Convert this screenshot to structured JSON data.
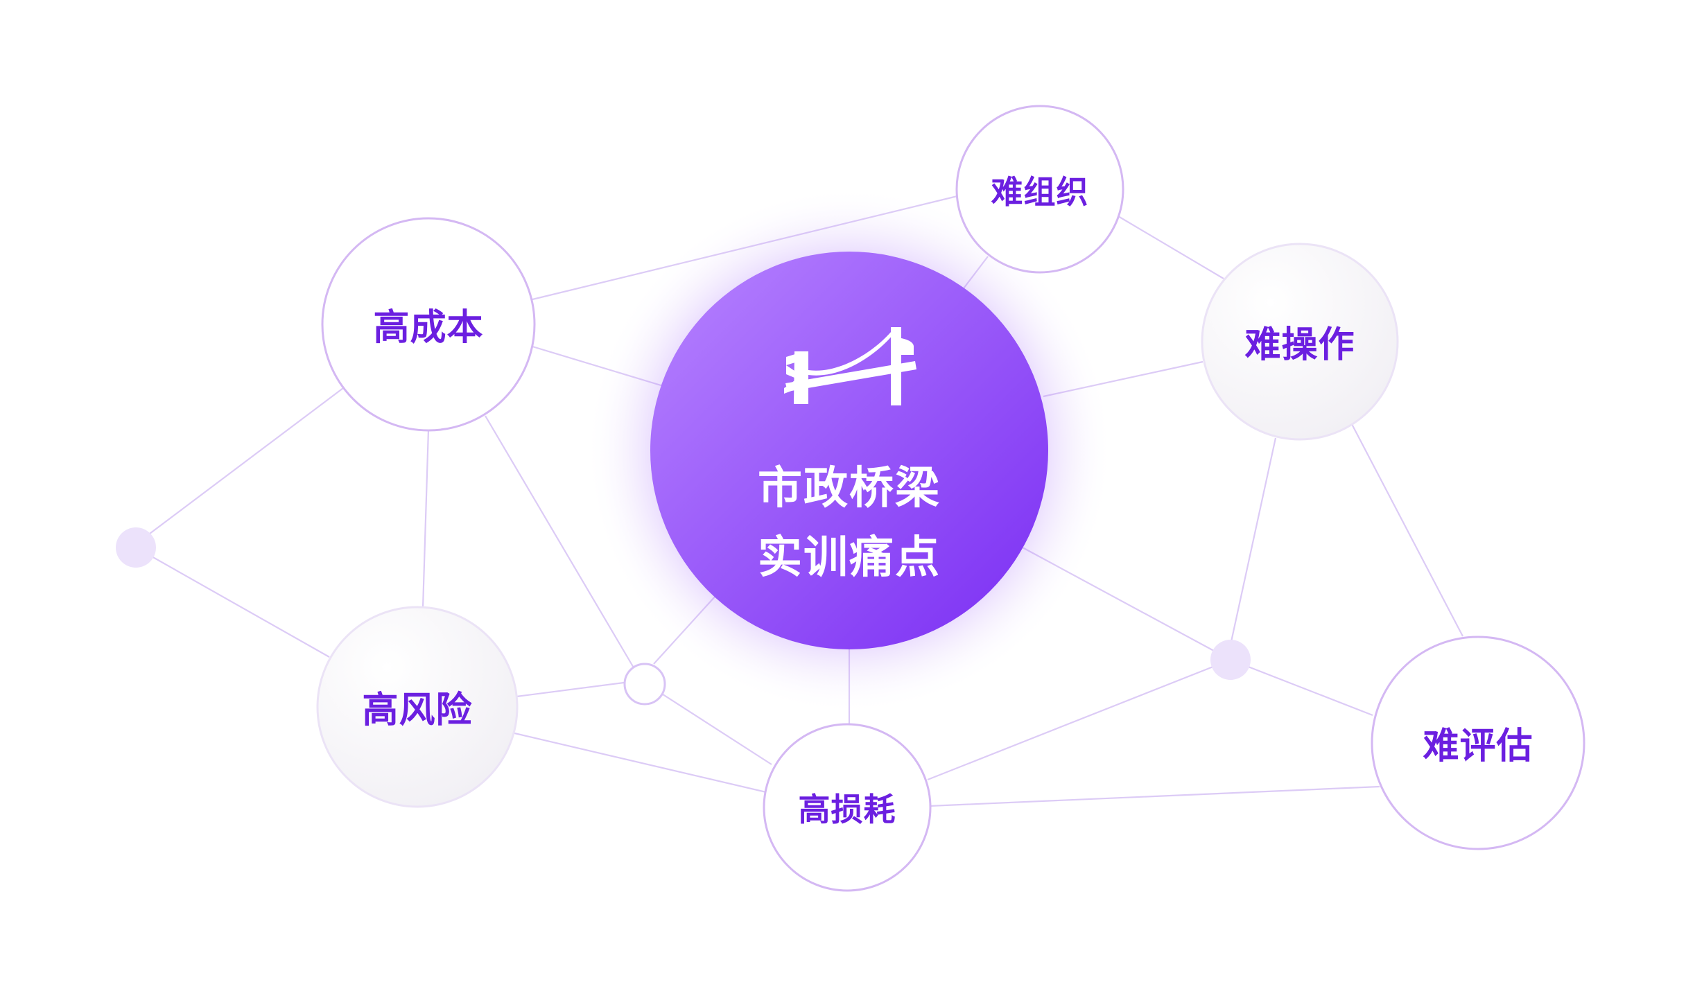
{
  "diagram": {
    "center": {
      "line1": "市政桥梁",
      "line2": "实训痛点",
      "icon": "bridge-icon"
    },
    "nodes": {
      "gao_chengben": "高成本",
      "gao_fengxian": "高风险",
      "gao_sunhao": "高损耗",
      "nan_zuzhi": "难组织",
      "nan_caozuo": "难操作",
      "nan_pinggu": "难评估"
    },
    "colors": {
      "accent": "#6b1fe0",
      "center_gradient_start": "#b07cff",
      "center_gradient_end": "#7a2ff2",
      "edge": "#d9c6f5",
      "node_stroke": "#d4b8f3"
    }
  }
}
